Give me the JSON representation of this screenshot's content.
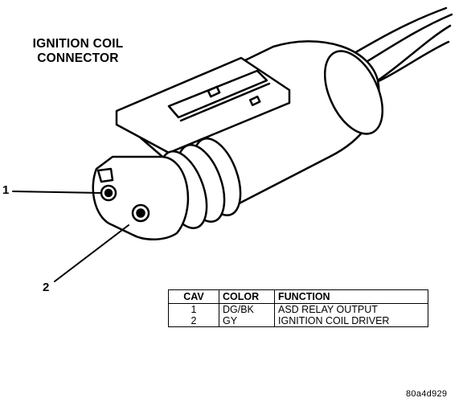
{
  "title": {
    "line1": "IGNITION COIL",
    "line2": "CONNECTOR"
  },
  "callouts": [
    "1",
    "2"
  ],
  "table": {
    "headers": [
      "CAV",
      "COLOR",
      "FUNCTION"
    ],
    "rows": [
      {
        "cav": "1",
        "color": "DG/BK",
        "function": "ASD RELAY OUTPUT"
      },
      {
        "cav": "2",
        "color": "GY",
        "function": "IGNITION COIL DRIVER"
      }
    ]
  },
  "figure_id": "80a4d929"
}
